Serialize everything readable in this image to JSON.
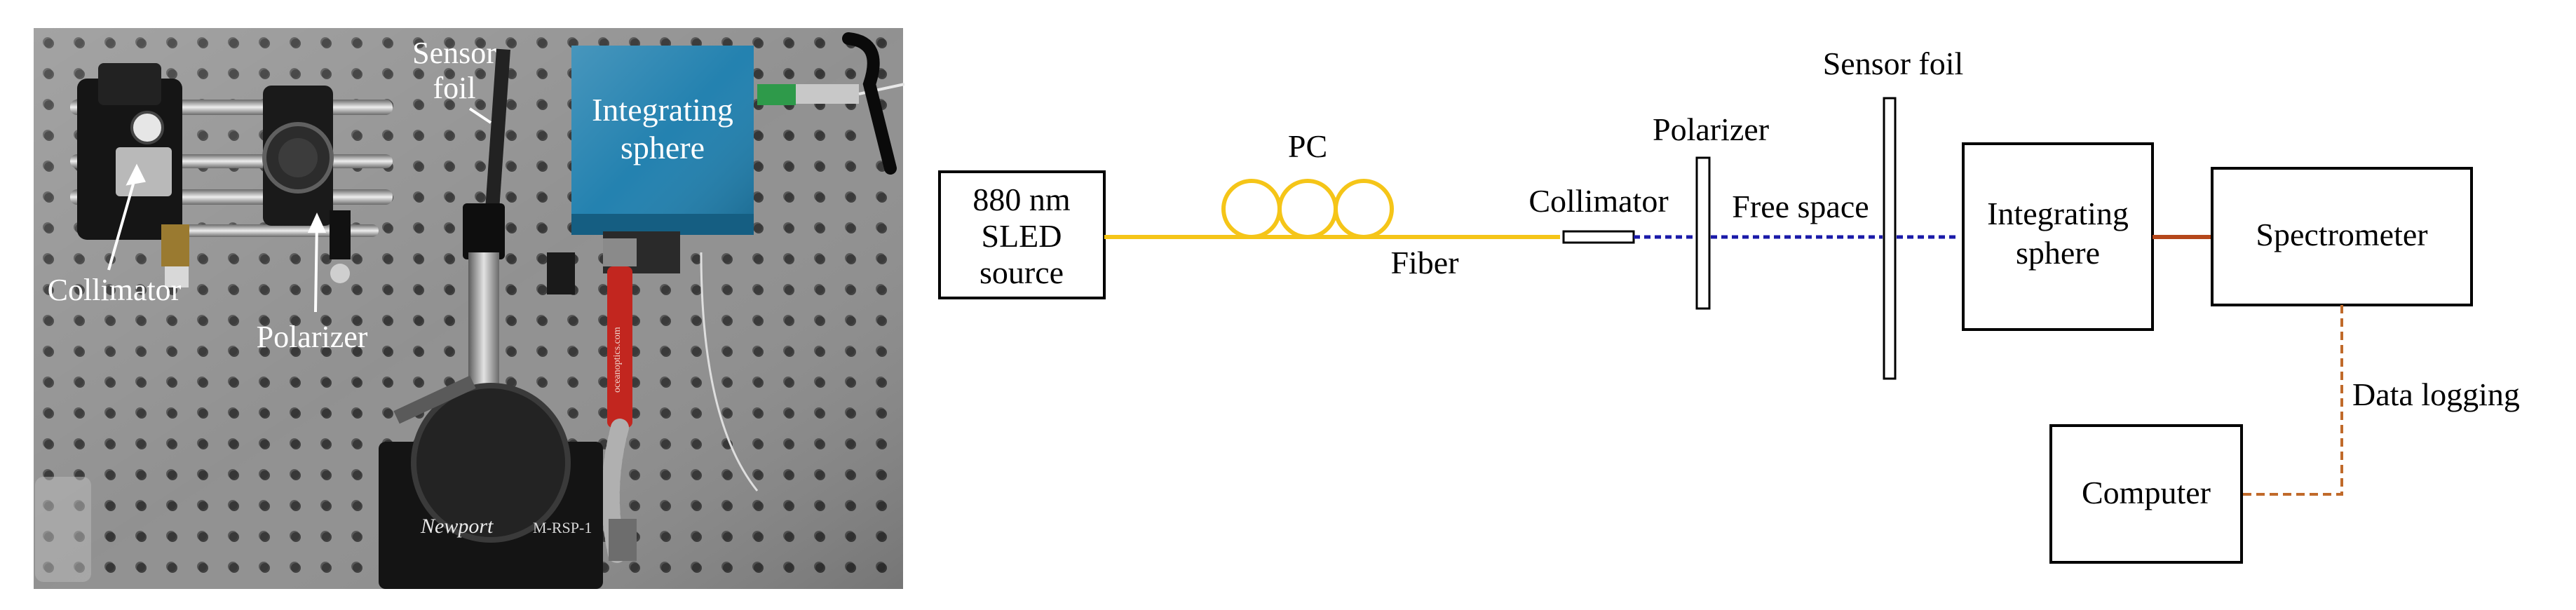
{
  "photo": {
    "labels": {
      "sensor_foil": [
        "Sensor",
        "foil"
      ],
      "integrating_sphere": [
        "Integrating",
        "sphere"
      ],
      "collimator": "Collimator",
      "polarizer": "Polarizer"
    },
    "stage_brand": "Newport",
    "stage_model": "M-RSP-1",
    "fiber_print": "oceanoptics.com"
  },
  "schematic": {
    "source": [
      "880 nm",
      "SLED",
      "source"
    ],
    "pc_label": "PC",
    "fiber_label": "Fiber",
    "collimator_label": "Collimator",
    "polarizer_label": "Polarizer",
    "free_space_label": "Free space",
    "sensor_foil_label": "Sensor foil",
    "sphere": [
      "Integrating",
      "sphere"
    ],
    "spectrometer": "Spectrometer",
    "computer": "Computer",
    "data_logging_label": "Data logging"
  },
  "colors": {
    "fiber": "#f5c518",
    "free_space": "#1a1aa8",
    "sphere_link": "#b5471b",
    "logging_link": "#c06a2a",
    "breadboard": "#8c8c8c",
    "sphere_body": "#1f7fae"
  }
}
